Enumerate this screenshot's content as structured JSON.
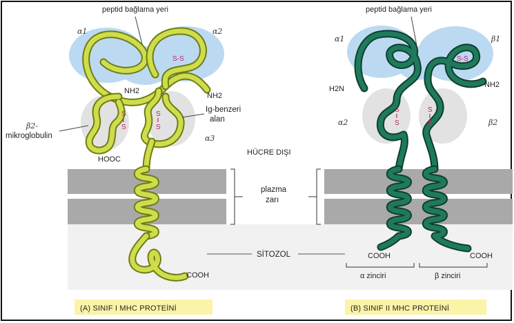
{
  "labels": {
    "peptide_site_a": "peptid bağlama yeri",
    "peptide_site_b": "peptid bağlama yeri",
    "alpha1_a": "α1",
    "alpha2_a": "α2",
    "alpha3_a": "α3",
    "ss": "S-S",
    "nh2_top_a": "NH2",
    "nh2_right_a": "NH2",
    "s": "S",
    "b2m": "β2-",
    "mikroglobulin": "mikroglobulin",
    "hooc": "HOOC",
    "ig_line1": "Ig-benzeri",
    "ig_line2": "alan",
    "extracellular": "HÜCRE DIŞI",
    "membrane_line1": "plazma",
    "membrane_line2": "zarı",
    "cytosol": "SİTOZOL",
    "cooh_a": "COOH",
    "alpha1_b": "α1",
    "beta1_b": "β1",
    "h2n_b": "H2N",
    "nh2_b": "NH2",
    "alpha2_b": "α2",
    "beta2_b": "β2",
    "cooh_b_left": "COOH",
    "cooh_b_right": "COOH",
    "alpha_chain": "α zinciri",
    "beta_chain": "β zinciri"
  },
  "captions": {
    "a": "(A)  SINIF I MHC PROTEİNİ",
    "b": "(B)  SINIF II MHC PROTEİNİ"
  },
  "colors": {
    "class1_chain": "#c9d94a",
    "class1_outline": "#6e7c12",
    "class2_chain": "#1f7a5c",
    "class2_outline": "#0e3e2e",
    "peptide_cloud": "#bcd9f2",
    "ig_domain": "#e4e4e4",
    "membrane": "#a9a9a9",
    "cytosol": "#f1f1f1",
    "disulfide": "#c0226a",
    "caption_bg": "#fbf4a8"
  }
}
